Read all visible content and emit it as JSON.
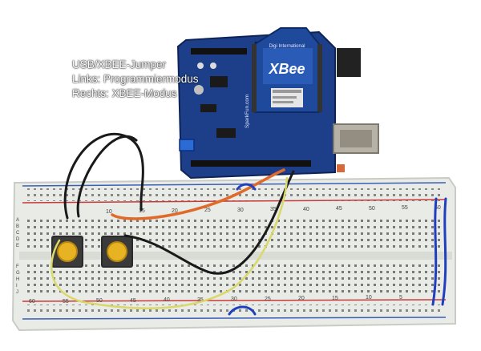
{
  "annotation": {
    "line1": "USB/XBEE-Jumper",
    "line2": "Links: Programmiermodus",
    "line3": "Rechts: XBEE-Modus"
  },
  "board": {
    "shield_text": "SparkFun.com",
    "xbee_brand": "XBee",
    "xbee_maker": "Digi International"
  },
  "breadboard": {
    "top_numbers": [
      "10",
      "15",
      "20",
      "25",
      "30",
      "35",
      "40",
      "45",
      "50",
      "55",
      "60"
    ],
    "bottom_numbers": [
      "60",
      "55",
      "50",
      "45",
      "40",
      "35",
      "30",
      "25",
      "20",
      "15",
      "10",
      "5"
    ],
    "row_letters_left": [
      "A",
      "B",
      "C",
      "D",
      "E",
      "F",
      "G",
      "H",
      "I",
      "J"
    ]
  },
  "colors": {
    "background": "#ffffff",
    "breadboard": "#e9ebe6",
    "shield": "#1d3f8a",
    "wire_black": "#1a1a1a",
    "wire_orange": "#e06a2a",
    "wire_yellow": "#d9d86a",
    "wire_blue": "#1f3fbf",
    "button_cap": "#e7b322",
    "rail_red": "#c93a3a",
    "rail_blue": "#3b5fb5"
  }
}
